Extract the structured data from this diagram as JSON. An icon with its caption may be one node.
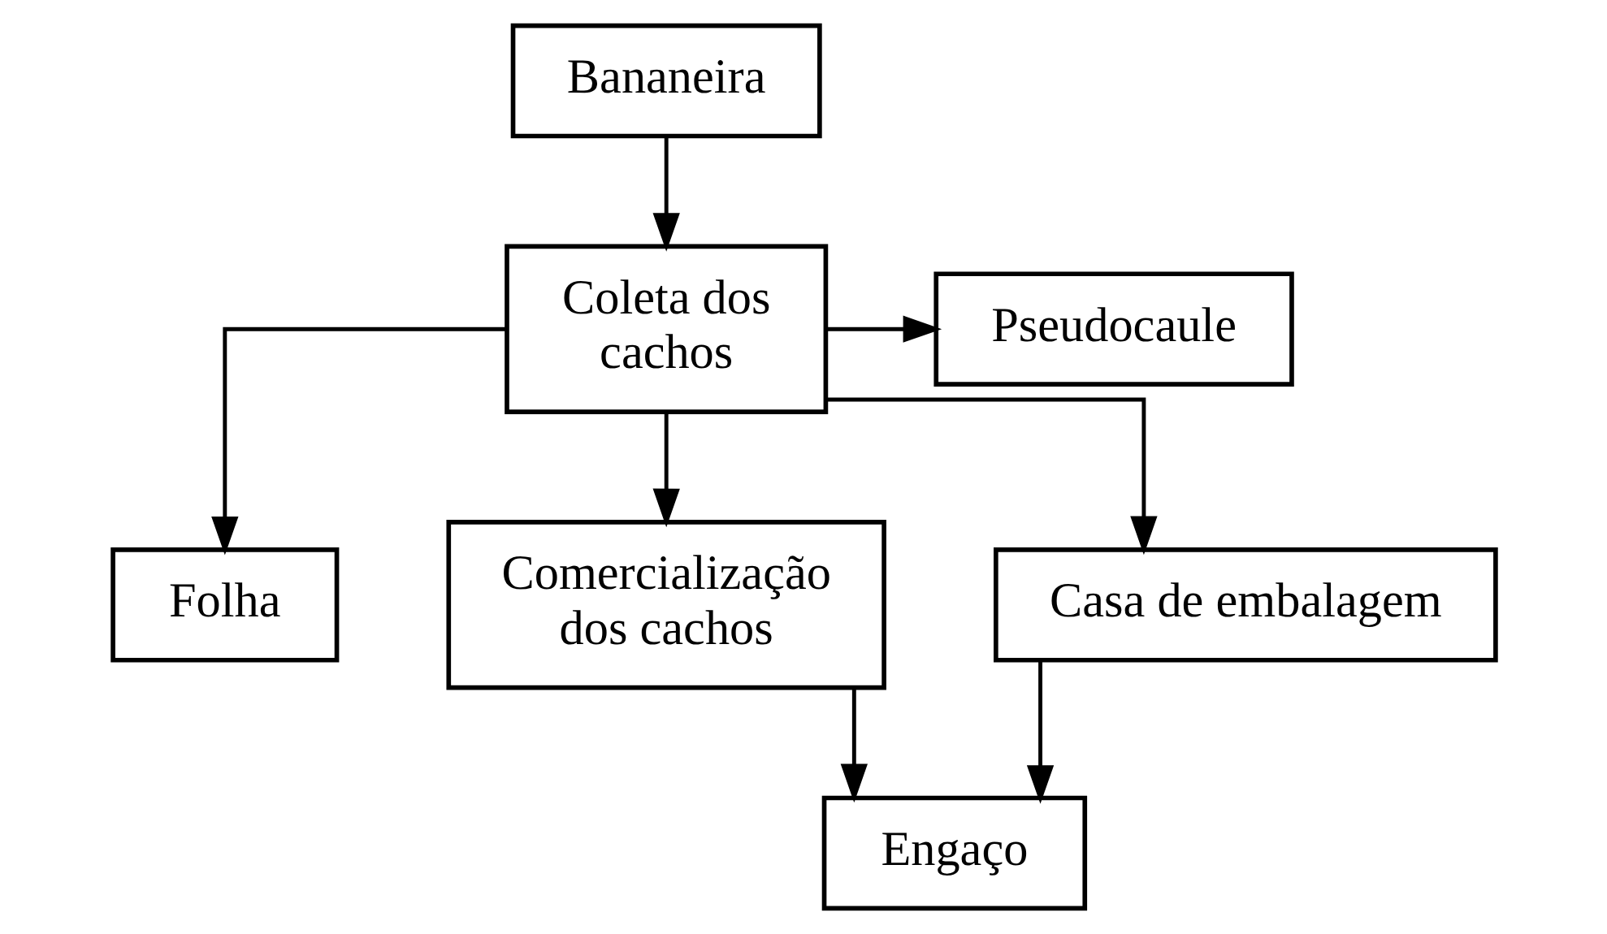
{
  "diagram": {
    "nodes": [
      {
        "text": [
          "Bananeira"
        ]
      },
      {
        "text": [
          "Coleta dos cachos"
        ]
      },
      {
        "text": [
          "Pseudocaule"
        ]
      },
      {
        "text": [
          "Folha"
        ]
      },
      {
        "text": [
          "Comercialização dos cachos"
        ]
      },
      {
        "text": [
          "Casa de embalagem"
        ]
      },
      {
        "text": [
          "Engaço"
        ]
      }
    ],
    "edges": [
      {
        "from": 0,
        "to": 1,
        "arrow": "to"
      },
      {
        "from": 1,
        "to": 2,
        "arrow": "to"
      },
      {
        "from": 1,
        "to": 3,
        "arrow": "to"
      },
      {
        "from": 1,
        "to": 4,
        "arrow": "to"
      },
      {
        "from": 1,
        "to": 5,
        "arrow": "to"
      },
      {
        "from": 4,
        "to": 6,
        "arrow": "to"
      },
      {
        "from": 5,
        "to": 6,
        "arrow": "to"
      }
    ]
  }
}
